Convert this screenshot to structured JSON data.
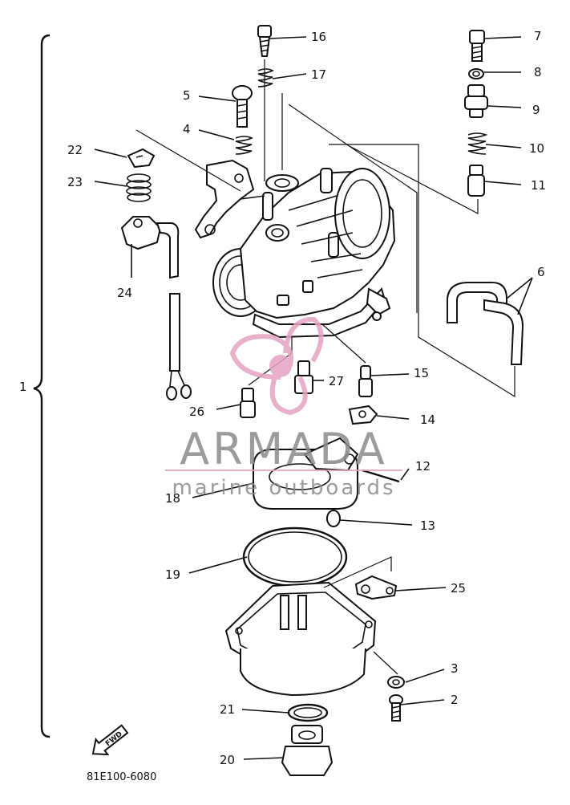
{
  "diagram": {
    "part_labels": [
      "1",
      "2",
      "3",
      "4",
      "5",
      "6",
      "7",
      "8",
      "9",
      "10",
      "11",
      "12",
      "13",
      "14",
      "15",
      "16",
      "17",
      "18",
      "19",
      "20",
      "21",
      "22",
      "23",
      "24",
      "25",
      "26",
      "27"
    ],
    "catalog_code": "81E100-6080",
    "fwd_label": "FWD"
  },
  "watermark": {
    "brand": "ARMADA",
    "tagline": "marine outboards",
    "color": "#e6a3c4",
    "text_color": "#8a8a8a"
  }
}
